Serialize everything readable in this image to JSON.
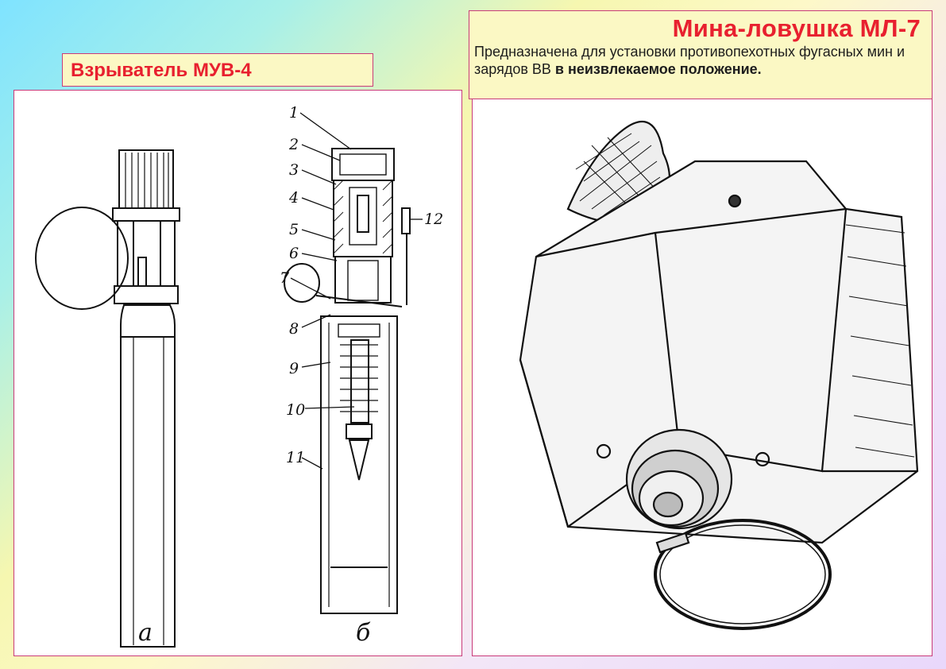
{
  "header": {
    "mine_title": "Мина-ловушка МЛ-7",
    "description_normal": "Предназначена для установки противопехотных фугасных мин и зарядов ВВ ",
    "description_bold": "в неизвлекаемое положение."
  },
  "fuse": {
    "title": "Взрыватель МУВ-4"
  },
  "diagram": {
    "label_a": "а",
    "label_b": "б",
    "callouts": [
      "1",
      "2",
      "3",
      "4",
      "5",
      "6",
      "7",
      "8",
      "9",
      "10",
      "11",
      "12"
    ]
  }
}
